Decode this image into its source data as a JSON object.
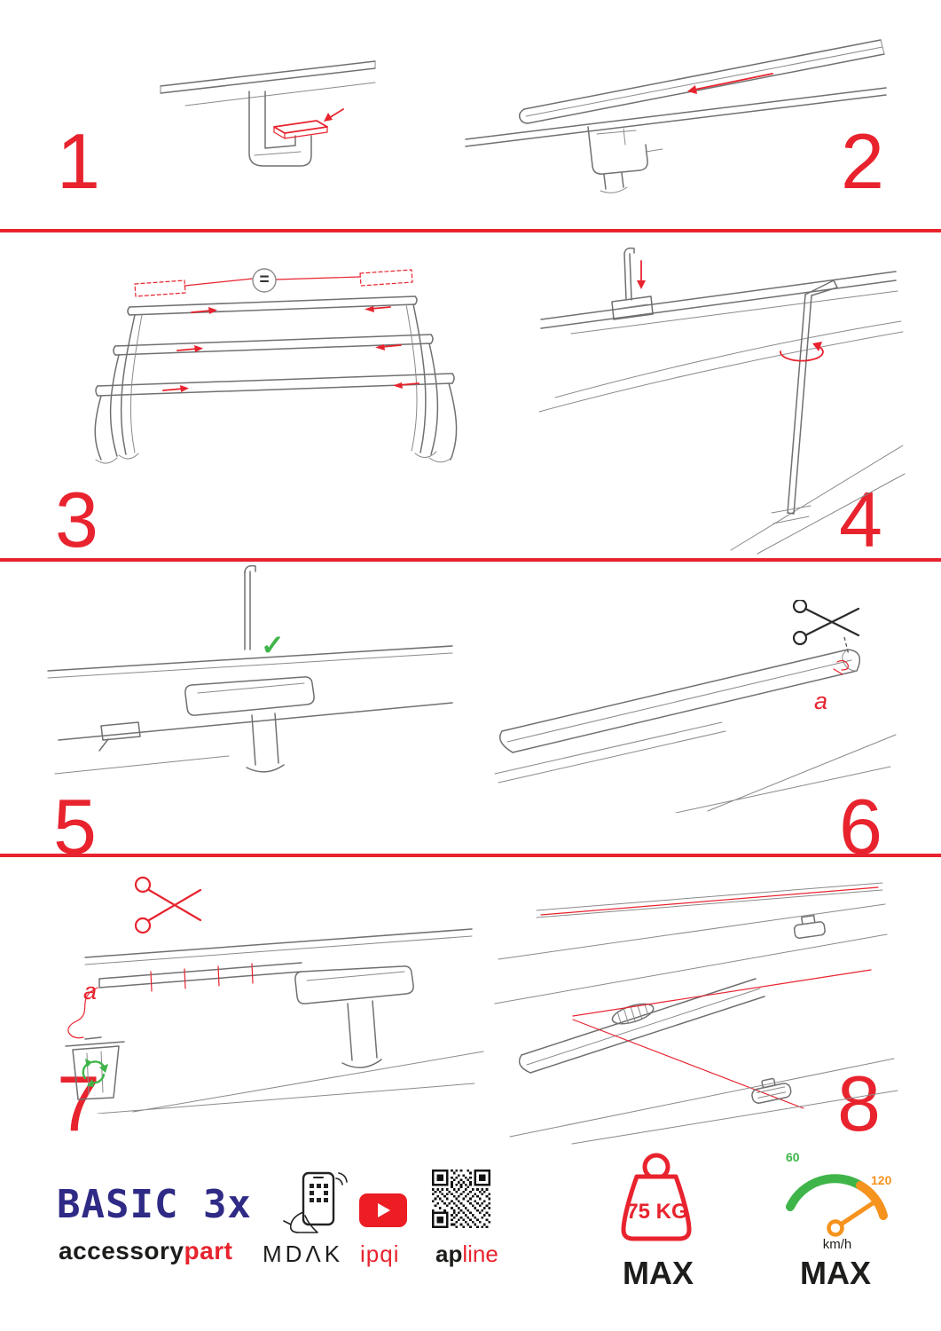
{
  "steps": [
    "1",
    "2",
    "3",
    "4",
    "5",
    "6",
    "7",
    "8"
  ],
  "annotations": {
    "equal_spacing": "=",
    "check_ok": "✓",
    "cut_label_6": "a",
    "cut_label_7": "a"
  },
  "footer": {
    "product": "BASIC 3x",
    "brand_accessory": "accessory",
    "brand_part": "part",
    "partner_mdak": "MDΛK",
    "partner_ipqi": "ipqi",
    "partner_ap": "ap",
    "partner_line": "line",
    "weight_limit": "75 KG",
    "weight_max_label": "MAX",
    "speed_low": "60",
    "speed_high": "120",
    "speed_unit": "km/h",
    "speed_max_label": "MAX"
  },
  "icons": {
    "scissors": "scissors-icon",
    "trash": "trash-bin-icon",
    "recycle": "recycle-icon",
    "youtube": "youtube-play-icon",
    "qr": "qr-code",
    "phone_scan": "phone-scan-icon",
    "weight": "weight-limit-icon",
    "speedometer": "speedometer-icon"
  },
  "colors": {
    "accent_red": "#e8232e",
    "logo_blue": "#2f2a85",
    "ok_green": "#3fb549",
    "gauge_orange": "#f6921e",
    "line_gray": "#707070"
  }
}
